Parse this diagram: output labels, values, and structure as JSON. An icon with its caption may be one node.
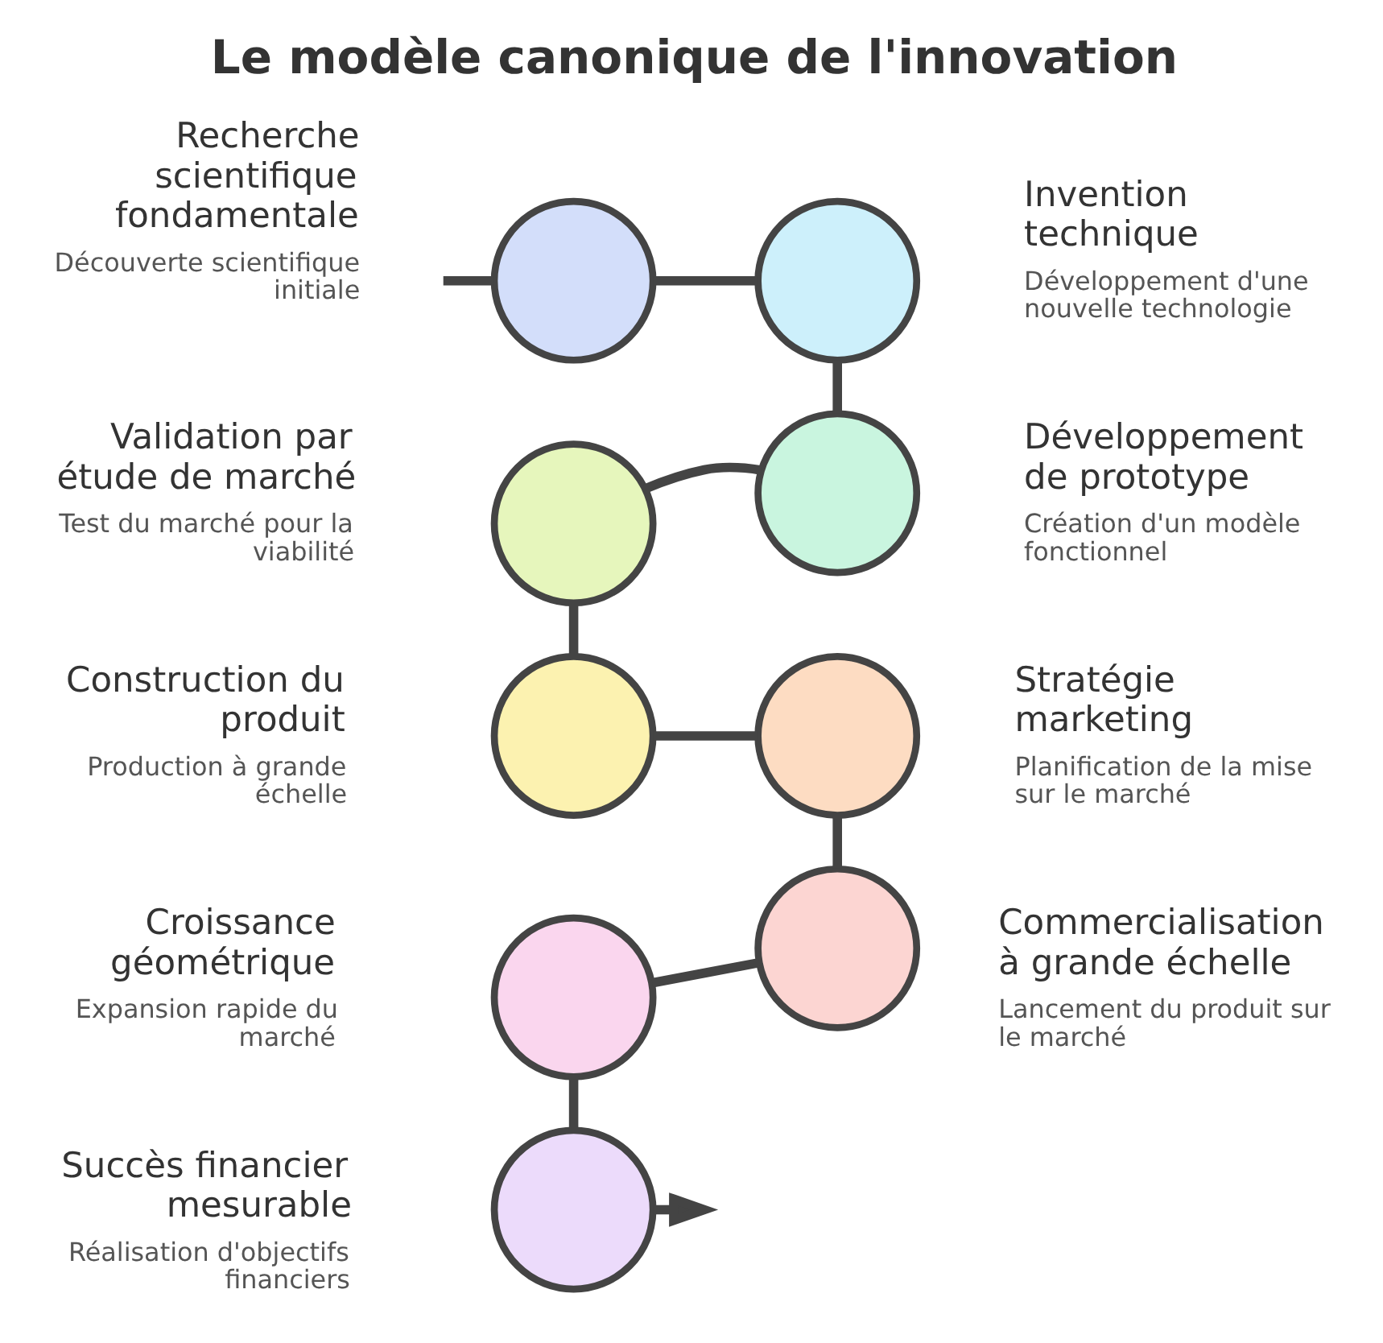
{
  "diagram": {
    "title": "Le modèle canonique de l'innovation",
    "nodes": [
      {
        "text": [],
        "shape": "circle",
        "beside": [
          "Recherche scientifique fondamentale",
          "Découverte scientifique initiale"
        ]
      },
      {
        "text": [],
        "shape": "circle",
        "beside": [
          "Invention technique",
          "Développement d'une nouvelle technologie"
        ]
      },
      {
        "text": [],
        "shape": "circle",
        "beside": [
          "Développement de prototype",
          "Création d'un modèle fonctionnel"
        ]
      },
      {
        "text": [],
        "shape": "circle",
        "beside": [
          "Validation par étude de marché",
          "Test du marché pour la viabilité"
        ]
      },
      {
        "text": [],
        "shape": "circle",
        "beside": [
          "Construction du produit",
          "Production à grande échelle"
        ]
      },
      {
        "text": [],
        "shape": "circle",
        "beside": [
          "Stratégie marketing",
          "Planification de la mise sur le marché"
        ]
      },
      {
        "text": [],
        "shape": "circle",
        "beside": [
          "Commercialisation à grande échelle",
          "Lancement du produit sur le marché"
        ]
      },
      {
        "text": [],
        "shape": "circle",
        "beside": [
          "Croissance géométrique",
          "Expansion rapide du marché"
        ]
      },
      {
        "text": [],
        "shape": "circle",
        "beside": [
          "Succès financier mesurable",
          "Réalisation d'objectifs financiers"
        ]
      }
    ],
    "edges": [
      {
        "from": null,
        "to": 0,
        "arrow": "none"
      },
      {
        "from": 0,
        "to": 1,
        "arrow": "none"
      },
      {
        "from": 1,
        "to": 2,
        "arrow": "none"
      },
      {
        "from": 2,
        "to": 3,
        "arrow": "none"
      },
      {
        "from": 3,
        "to": 4,
        "arrow": "none"
      },
      {
        "from": 4,
        "to": 5,
        "arrow": "none"
      },
      {
        "from": 5,
        "to": 6,
        "arrow": "none"
      },
      {
        "from": 6,
        "to": 7,
        "arrow": "none"
      },
      {
        "from": 7,
        "to": 8,
        "arrow": "none"
      },
      {
        "from": 8,
        "to": null,
        "arrow": "to"
      }
    ]
  }
}
